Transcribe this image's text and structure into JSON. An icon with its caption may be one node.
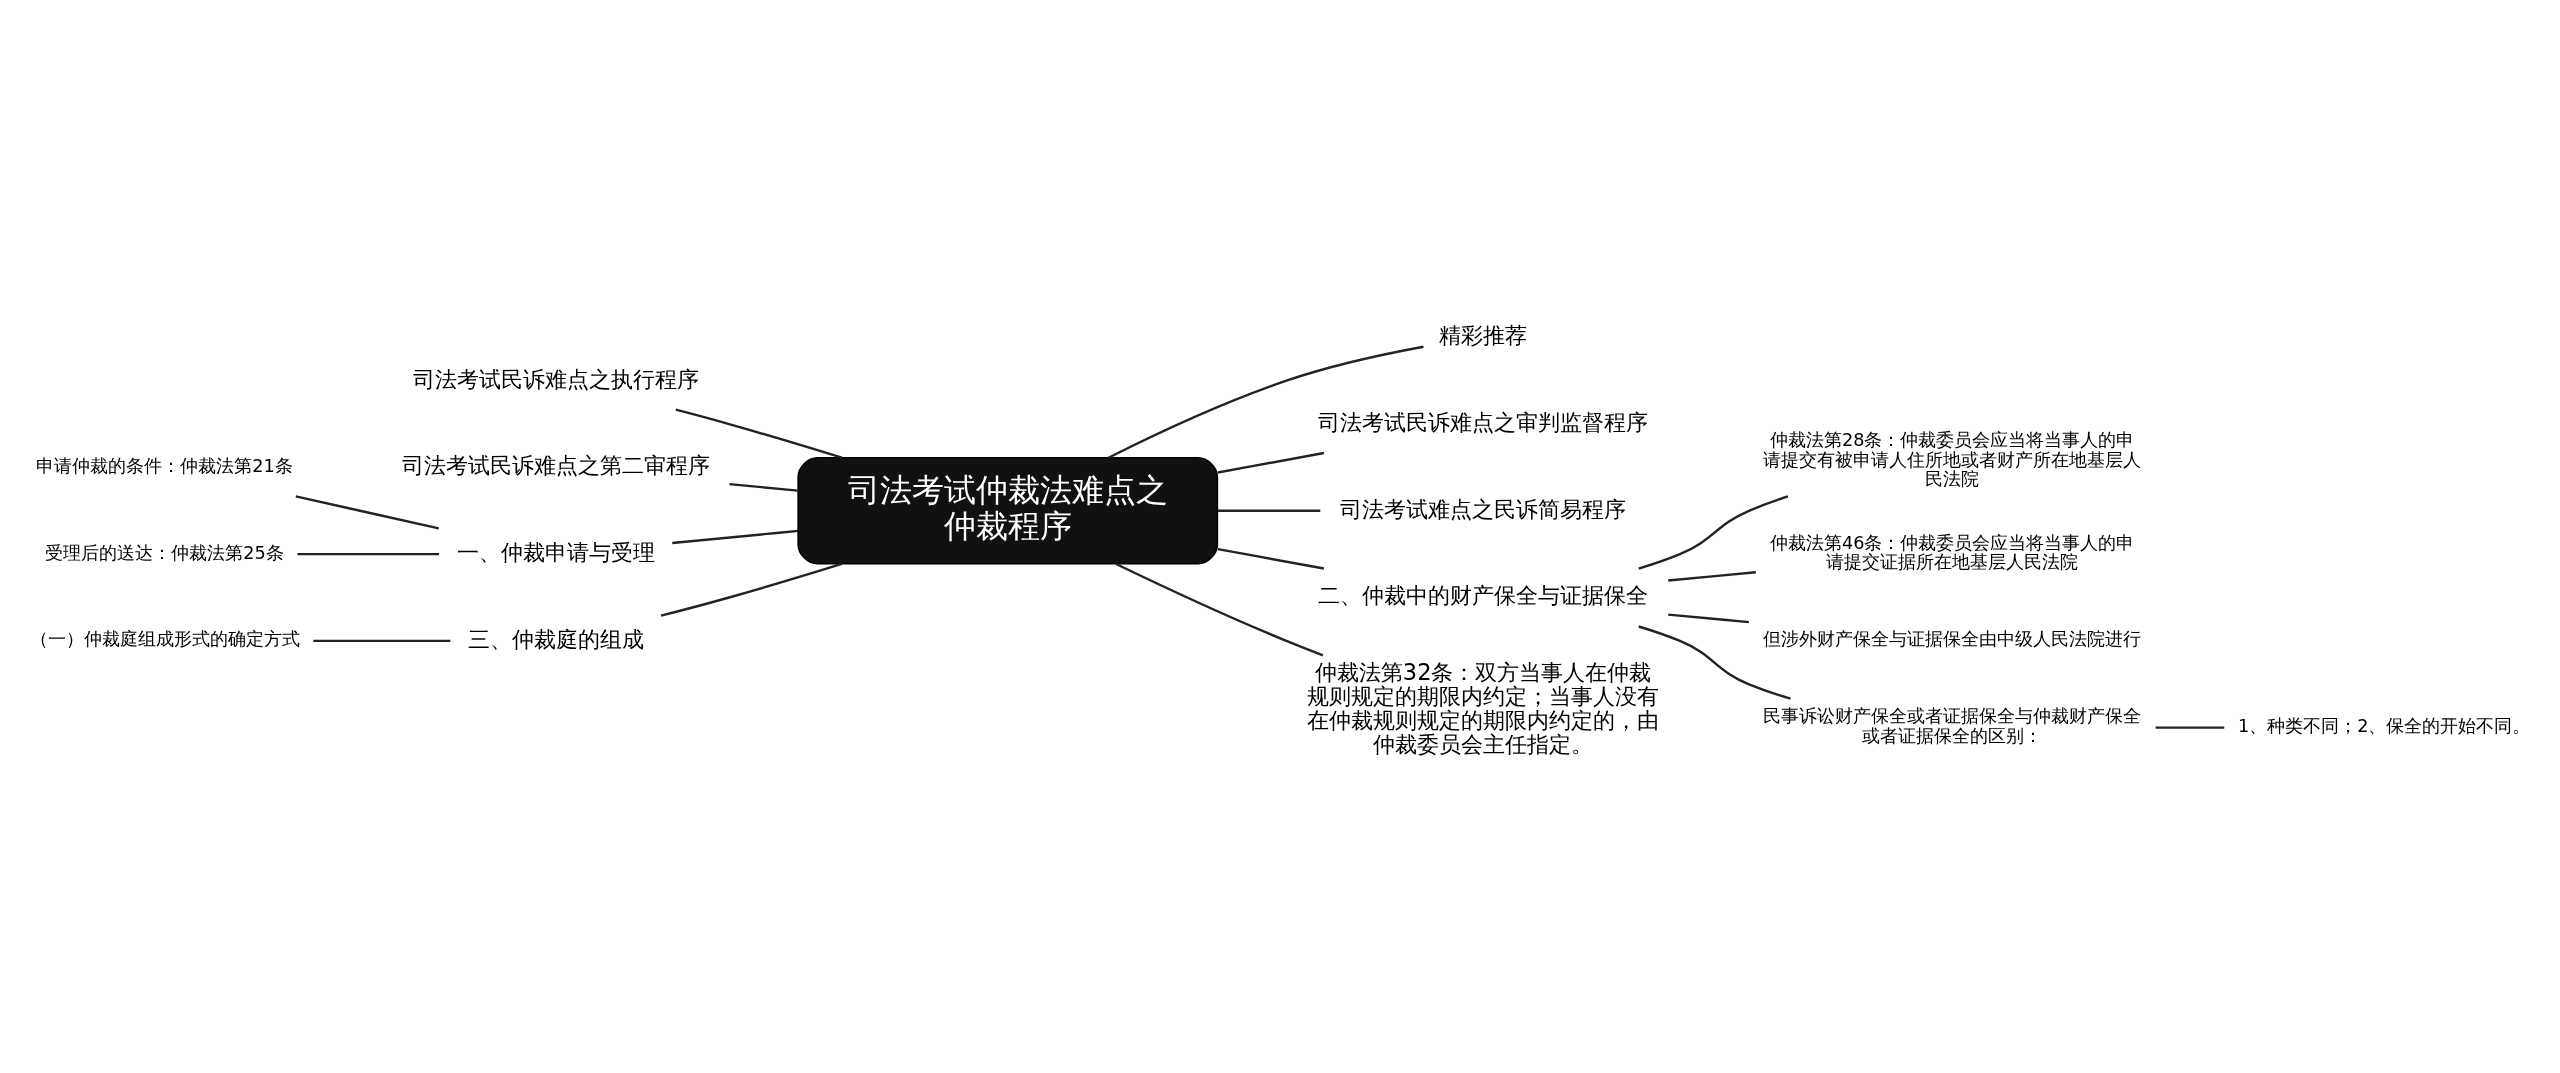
{
  "diagram": {
    "nodes": [
      {
        "text": [
          "司法考试仲裁法难点之仲裁程序"
        ]
      },
      {
        "text": [
          "精彩推荐"
        ]
      },
      {
        "text": [
          "司法考试民诉难点之审判监督程序"
        ]
      },
      {
        "text": [
          "司法考试难点之民诉简易程序"
        ]
      },
      {
        "text": [
          "二、仲裁中的财产保全与证据保全"
        ]
      },
      {
        "text": [
          "仲裁法第28条：仲裁委员会应当将当事人的申请提交有被申请人住所地或者财产所在地基层人民法院"
        ]
      },
      {
        "text": [
          "仲裁法第46条：仲裁委员会应当将当事人的申请提交证据所在地基层人民法院"
        ]
      },
      {
        "text": [
          "但涉外财产保全与证据保全由中级人民法院进行"
        ]
      },
      {
        "text": [
          "民事诉讼财产保全或者证据保全与仲裁财产保全或者证据保全的区别："
        ]
      },
      {
        "text": [
          "1、种类不同；2、保全的开始不同。"
        ]
      },
      {
        "text": [
          "仲裁法第32条：双方当事人在仲裁规则规定的期限内约定；当事人没有在仲裁规则规定的期限内约定的，由仲裁委员会主任指定。"
        ]
      },
      {
        "text": [
          "司法考试民诉难点之执行程序"
        ]
      },
      {
        "text": [
          "司法考试民诉难点之第二审程序"
        ]
      },
      {
        "text": [
          "一、仲裁申请与受理"
        ]
      },
      {
        "text": [
          "申请仲裁的条件：仲裁法第21条"
        ]
      },
      {
        "text": [
          "受理后的送达：仲裁法第25条"
        ]
      },
      {
        "text": [
          "三、仲裁庭的组成"
        ]
      },
      {
        "text": [
          "（一）仲裁庭组成形式的确定方式"
        ]
      }
    ],
    "edges": [
      {
        "from": 0,
        "to": 1,
        "arrow": "none"
      },
      {
        "from": 0,
        "to": 2,
        "arrow": "none"
      },
      {
        "from": 0,
        "to": 3,
        "arrow": "none"
      },
      {
        "from": 0,
        "to": 4,
        "arrow": "none"
      },
      {
        "from": 4,
        "to": 5,
        "arrow": "none"
      },
      {
        "from": 4,
        "to": 6,
        "arrow": "none"
      },
      {
        "from": 4,
        "to": 7,
        "arrow": "none"
      },
      {
        "from": 4,
        "to": 8,
        "arrow": "none"
      },
      {
        "from": 8,
        "to": 9,
        "arrow": "none"
      },
      {
        "from": 0,
        "to": 10,
        "arrow": "none"
      },
      {
        "from": 11,
        "to": 0,
        "arrow": "none"
      },
      {
        "from": 12,
        "to": 0,
        "arrow": "none"
      },
      {
        "from": 13,
        "to": 0,
        "arrow": "none"
      },
      {
        "from": 14,
        "to": 13,
        "arrow": "none"
      },
      {
        "from": 15,
        "to": 13,
        "arrow": "none"
      },
      {
        "from": 16,
        "to": 0,
        "arrow": "none"
      },
      {
        "from": 17,
        "to": 16,
        "arrow": "none"
      }
    ]
  }
}
